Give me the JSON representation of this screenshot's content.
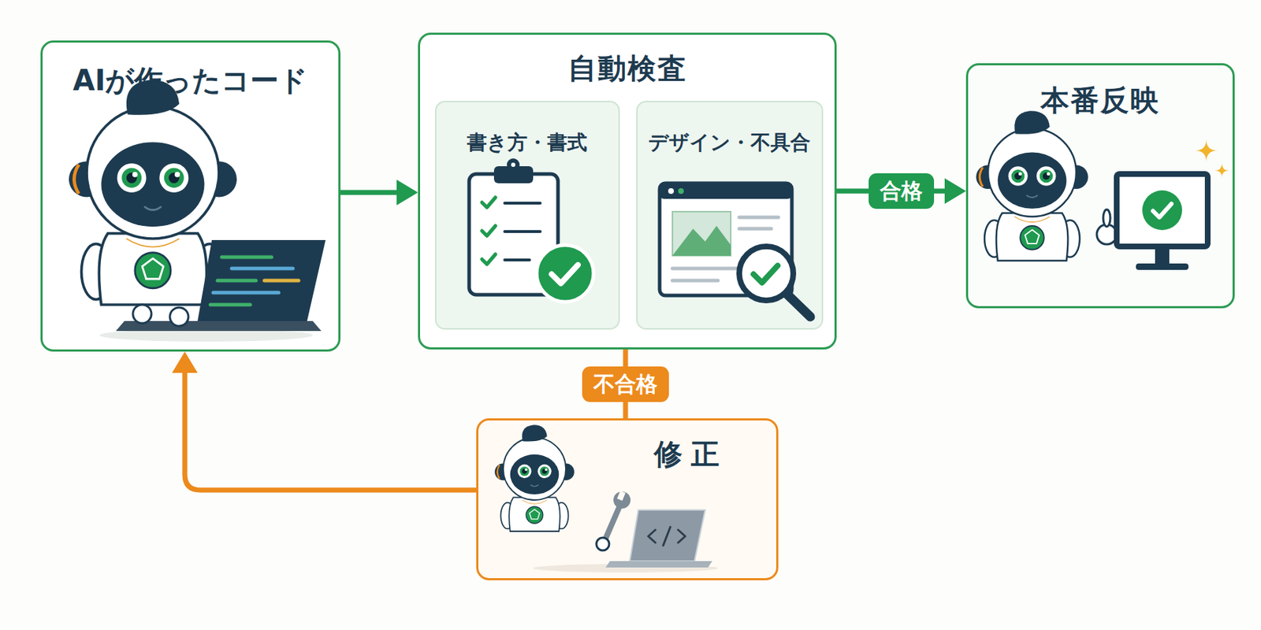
{
  "diagram": {
    "nodes": [
      {
        "text": [
          "AIが作ったコード"
        ]
      },
      {
        "text": [
          "自動検査"
        ]
      },
      {
        "text": [
          "書き方・書式"
        ],
        "in": 1
      },
      {
        "text": [
          "デザイン・不具合"
        ],
        "in": 1
      },
      {
        "text": [
          "本番反映"
        ]
      },
      {
        "text": [
          "修正"
        ]
      }
    ],
    "edges": [
      {
        "from": 0,
        "to": 1,
        "arrow": "to"
      },
      {
        "from": 1,
        "to": 4,
        "label": "合格",
        "arrow": "to"
      },
      {
        "from": 1,
        "to": 5,
        "label": "不合格",
        "arrow": "none"
      },
      {
        "from": 5,
        "to": 0,
        "arrow": "to"
      }
    ]
  }
}
